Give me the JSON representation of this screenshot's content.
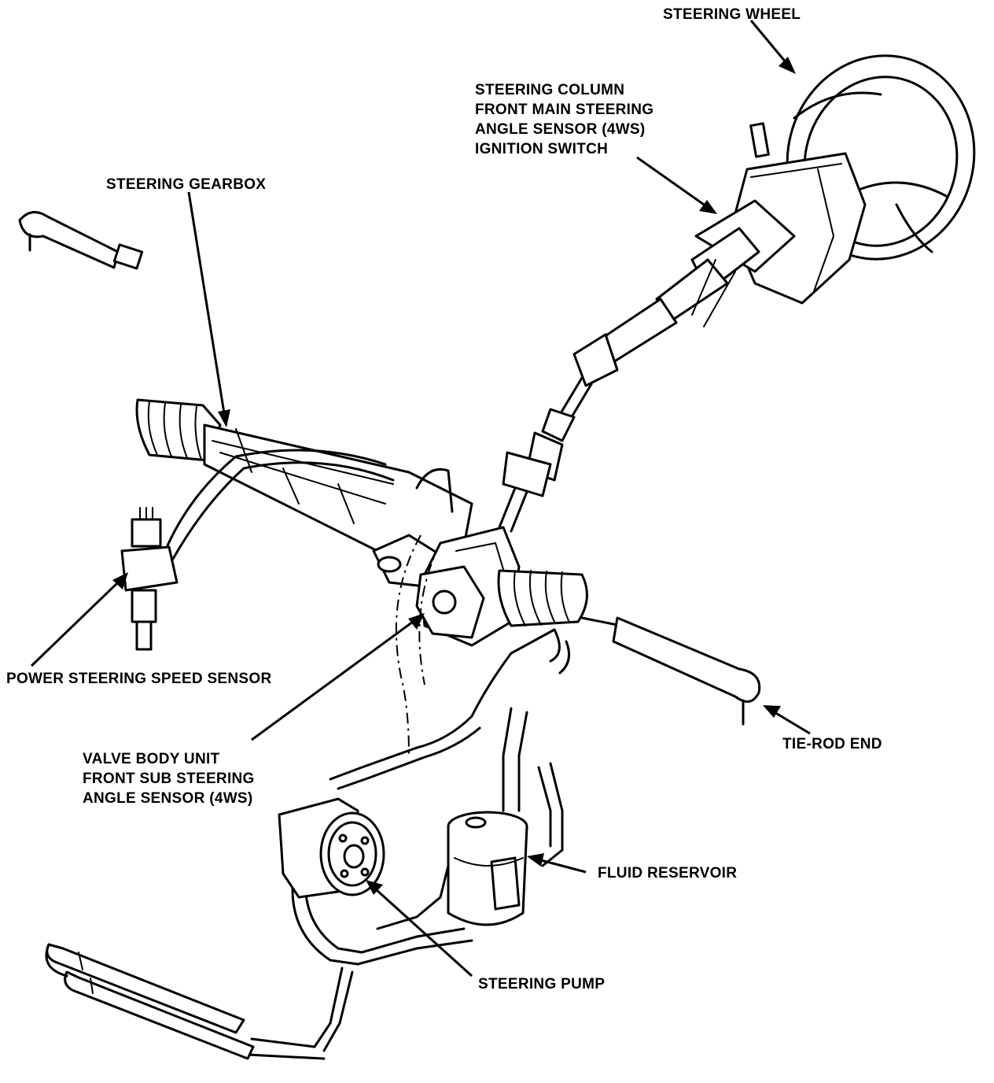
{
  "labels": {
    "steering_wheel": "STEERING WHEEL",
    "steering_column": [
      "STEERING COLUMN",
      "FRONT MAIN STEERING",
      "ANGLE SENSOR (4WS)",
      "IGNITION SWITCH"
    ],
    "steering_gearbox": "STEERING GEARBOX",
    "power_steering_speed_sensor": "POWER STEERING SPEED SENSOR",
    "valve_body_unit": [
      "VALVE BODY UNIT",
      "FRONT SUB STEERING",
      "ANGLE SENSOR (4WS)"
    ],
    "tie_rod_end": "TIE-ROD END",
    "fluid_reservoir": "FLUID RESERVOIR",
    "steering_pump": "STEERING PUMP"
  }
}
